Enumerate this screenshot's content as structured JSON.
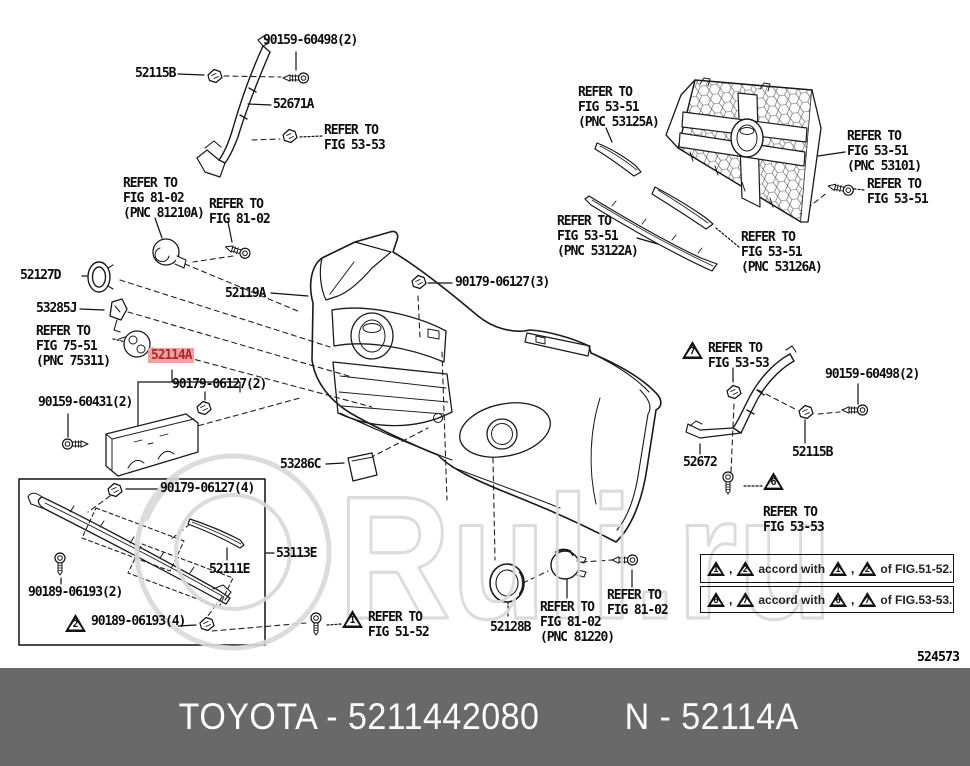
{
  "title_bar": {
    "left": "TOYOTA - 5211442080",
    "right": "N - 52114A",
    "bg_color": "#696969",
    "style": "background:#696969"
  },
  "diagram_number": "524573",
  "watermark": {
    "text": "Ruli.ru",
    "color": "#d9d9d9"
  },
  "highlight_style": "background:#f5a0a0;color:#a82a2a;padding:0 3px",
  "labels": {
    "l1": {
      "text": "90159-60498(2)"
    },
    "l2": {
      "text": "52115B"
    },
    "l3": {
      "text": "52671A"
    },
    "l4": {
      "text": "REFER TO\nFIG 53-53"
    },
    "l5": {
      "text": "REFER TO\nFIG 81-02\n(PNC 81210A)"
    },
    "l6": {
      "text": "REFER TO\nFIG 81-02"
    },
    "l7": {
      "text": "52127D"
    },
    "l8": {
      "text": "52119A"
    },
    "l9": {
      "text": "53285J"
    },
    "l10": {
      "text": "REFER TO\nFIG 75-51\n(PNC 75311)"
    },
    "l11": {
      "text": "52114A"
    },
    "l12": {
      "text": "90179-06127(2)"
    },
    "l13": {
      "text": "90159-60431(2)"
    },
    "l14": {
      "text": "90179-06127(3)"
    },
    "l15": {
      "text": "53286C"
    },
    "l16": {
      "text": "90179-06127(4)"
    },
    "l17": {
      "text": "53113E"
    },
    "l18": {
      "text": "52111E"
    },
    "l19": {
      "text": "90189-06193(2)"
    },
    "l20": {
      "tri": "2",
      "text": "90189-06193(4)"
    },
    "l21": {
      "tri": "1",
      "text": "REFER TO\nFIG 51-52"
    },
    "l22": {
      "text": "52128B"
    },
    "l23": {
      "text": "REFER TO\nFIG 81-02\n(PNC 81220)"
    },
    "l24": {
      "text": "REFER TO\nFIG 81-02"
    },
    "l25": {
      "text": "REFER TO\nFIG 53-51\n(PNC 53125A)"
    },
    "l26": {
      "text": "REFER TO\nFIG 53-51\n(PNC 53101)"
    },
    "l27": {
      "text": "REFER TO\nFIG 53-51"
    },
    "l28": {
      "text": "REFER TO\nFIG 53-51\n(PNC 53122A)"
    },
    "l29": {
      "text": "REFER TO\nFIG 53-51\n(PNC 53126A)"
    },
    "l30": {
      "tri": "7",
      "text": "REFER TO\nFIG 53-53"
    },
    "l31": {
      "text": "52672"
    },
    "l32": {
      "text": "90159-60498(2)"
    },
    "l33": {
      "text": "52115B"
    },
    "l34": {
      "tri": "6",
      "text": "REFER TO\nFIG 53-53"
    }
  },
  "accord": {
    "rows": [
      {
        "a": "1",
        "c1": ",",
        "b": "2",
        "mid": "accord with",
        "d": "1",
        "c2": ",",
        "e": "2",
        "tail": "of FIG.51-52."
      },
      {
        "a": "6",
        "c1": ",",
        "b": "7",
        "mid": "accord with",
        "d": "6",
        "c2": ",",
        "e": "7",
        "tail": "of FIG.53-53."
      }
    ]
  }
}
